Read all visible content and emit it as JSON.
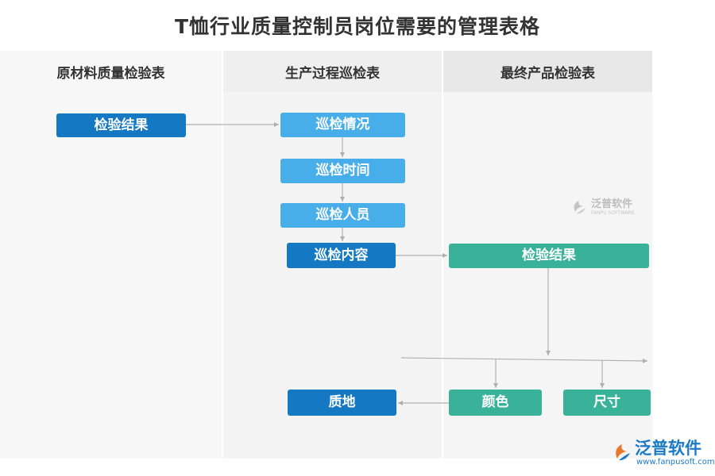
{
  "title": "T恤行业质量控制员岗位需要的管理表格",
  "lanes": [
    {
      "label": "原材料质量检验表"
    },
    {
      "label": "生产过程巡检表"
    },
    {
      "label": "最终产品检验表"
    }
  ],
  "nodes": {
    "raw_result": "检验结果",
    "patrol_situation": "巡检情况",
    "patrol_time": "巡检时间",
    "patrol_staff": "巡检人员",
    "patrol_content": "巡检内容",
    "final_result": "检验结果",
    "quality": "质地",
    "color": "颜色",
    "size": "尺寸"
  },
  "watermark": {
    "brand": "泛普软件",
    "small_sub": "FANPU SOFTWARE",
    "url": "www.fanpusoft.com"
  },
  "colors": {
    "dark_node": "#1478c2",
    "light_node": "#47aeea",
    "teal_node": "#3ab29a",
    "connector": "#b0b0b0"
  }
}
